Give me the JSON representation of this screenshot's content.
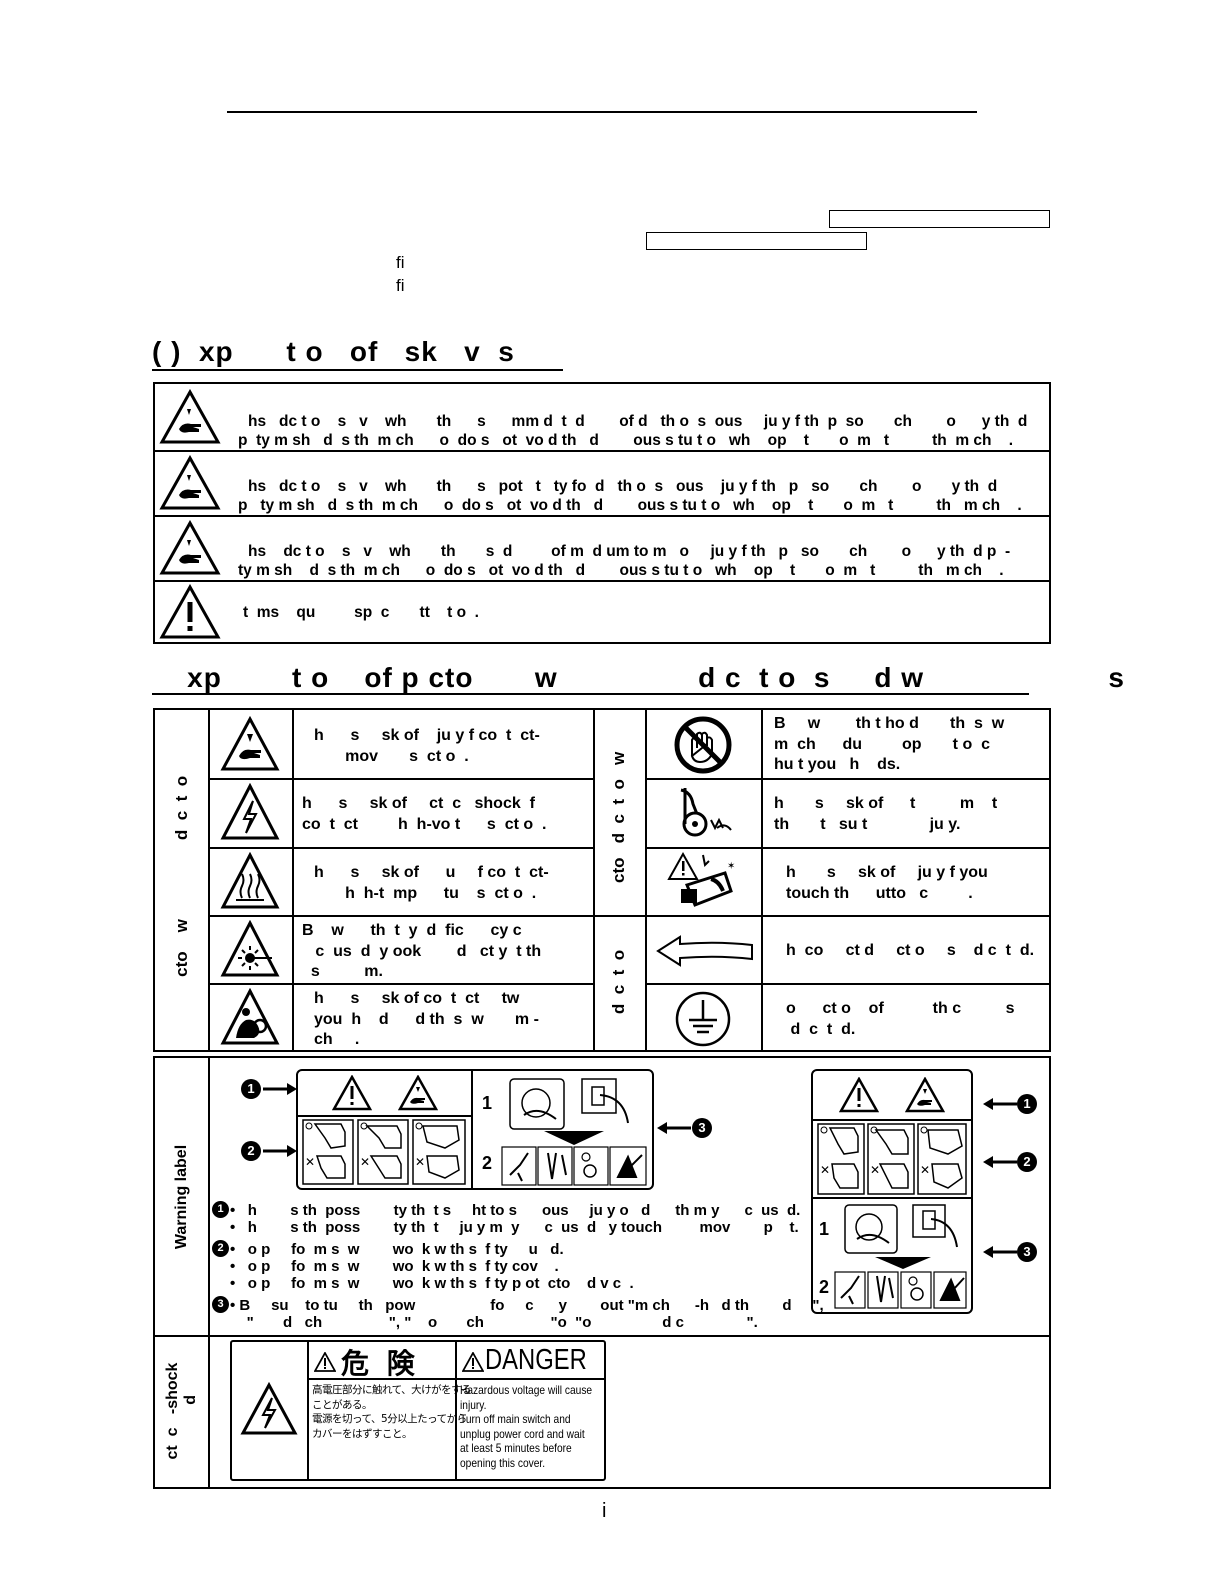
{
  "title_underline": "",
  "intro": {
    "box1": "",
    "box2": "",
    "fi_1": "fi",
    "fi_2": "fi"
  },
  "section1": {
    "heading": "( )  xp      t o   of   sk   v  s",
    "rows": [
      {
        "line1": "hs   dc t o    s   v    wh       th      s      mm d  t  d        of d   th o  s  ous     ju y f th  p  so       ch        o      y th  d",
        "line2": "p  ty m sh   d  s th  m ch      o  do s   ot  vo d th   d        ous s tu t o   wh    op    t       o  m   t          th  m ch    .",
        "icon": "caution-hand-icon"
      },
      {
        "line1": "hs   dc t o    s   v    wh       th      s   pot   t   ty fo  d   th o  s   ous    ju y f th   p   so       ch        o       y th  d",
        "line2": "p   ty m sh   d  s th  m ch      o  do s   ot  vo d th   d        ous s tu t o   wh    op    t       o  m   t          th   m ch    .",
        "icon": "caution-hand-icon"
      },
      {
        "line1": "hs    dc t o    s   v    wh       th       s  d         of m  d um to m   o     ju y f th   p   so       ch        o      y th  d p  -",
        "line2": "ty m sh    d  s th  m ch      o  do s   ot  vo d th   d        ous s tu t o   wh    op    t       o  m   t          th   m ch    .",
        "icon": "caution-hand-icon"
      },
      {
        "line1": "t  ms    qu         sp  c       tt    t o  .",
        "line2": "",
        "icon": "exclamation-triangle-icon"
      }
    ]
  },
  "section2": {
    "heading": "    xp        t o    of p cto       w                d c  t o  s     d w                     s",
    "left_vertical_1": "d  c  t  o",
    "left_vertical_2": "cto    w",
    "mid_vertical_1": "cto   d  c  t  o   w",
    "mid_vertical_2": "d  c  t  o",
    "left_cells": [
      {
        "text": "h      s     sk of    ju y f co  t  ct-\n       mov       s  ct o  .",
        "icon": "hand-caution-icon"
      },
      {
        "text": "h      s     sk of     ct  c   shock  f\nco  t  ct         h  h-vo t      s  ct o  .",
        "icon": "electric-shock-icon"
      },
      {
        "text": "h      s     sk of      u     f co  t  ct-\n       h  h-t  mp      tu    s  ct o  .",
        "icon": "hot-surface-icon"
      },
      {
        "text": "B    w      th  t  y  d  fic      cy c\n   c  us  d  y ook        d   ct y  t th\n  s          m.",
        "icon": "laser-icon"
      },
      {
        "text": "h      s     sk of co  t  ct     tw\nyou  h    d      d th  s  w       m -\nch     .",
        "icon": "entanglement-icon"
      }
    ],
    "right_cells": [
      {
        "text": "B     w        th t ho d       th  s  w\nm  ch      du         op       t o  c\nhu t you   h    ds.",
        "icon": "no-hand-icon"
      },
      {
        "text": "h       s     sk of      t          m    t\nth       t   su t              ju y.",
        "icon": "belt-pinch-icon"
      },
      {
        "text": "h       s     sk of     ju y f you\ntouch th      utto   c         .",
        "icon": "button-hazard-icon"
      },
      {
        "text": "h  co     ct d     ct o     s    d c  t  d.",
        "icon": "direction-arrow-icon"
      },
      {
        "text": "o      ct o    of           th c          s\n d  c  t  d.",
        "icon": "ground-icon"
      }
    ]
  },
  "warning_label": {
    "side_label": "Warning label",
    "numbers": [
      "1",
      "2",
      "3"
    ],
    "step1": "1",
    "step2": "2",
    "notes": [
      "•   h        s th  poss        ty th  t s     ht to s      ous     ju y o   d      th m y      c  us  d.",
      "•   h        s th  poss        ty th  t     ju y m  y      c  us  d   y touch         mov        p    t.",
      "•   o p     fo  m s  w        wo  k w th s  f ty     u   d.",
      "•   o p     fo  m s  w        wo  k w th s  f ty cov    .",
      "•   o p     fo  m s  w        wo  k w th s  f ty p ot  cto    d v c  .",
      "• B     su    to tu     th   pow                  fo     c      y        out \"m ch      -h   d th        d     \",",
      "    \"       d   ch                \", \"    o       ch                \"o  \"o                 d c               \"."
    ]
  },
  "shock_label": {
    "side_label": "ct  c   -shock\n     d",
    "jp_title": "危 険",
    "en_title": "DANGER",
    "jp_text": "高電圧部分に触れて、大けがをする\nことがある。\n電源を切って、5分以上たってから\nカバーをはずすこと。",
    "en_text": "Hazardous voltage will cause\ninjury.\nTurn off main switch and\nunplug power cord and wait\nat least 5 minutes before\nopening this cover."
  },
  "page_number": "i"
}
